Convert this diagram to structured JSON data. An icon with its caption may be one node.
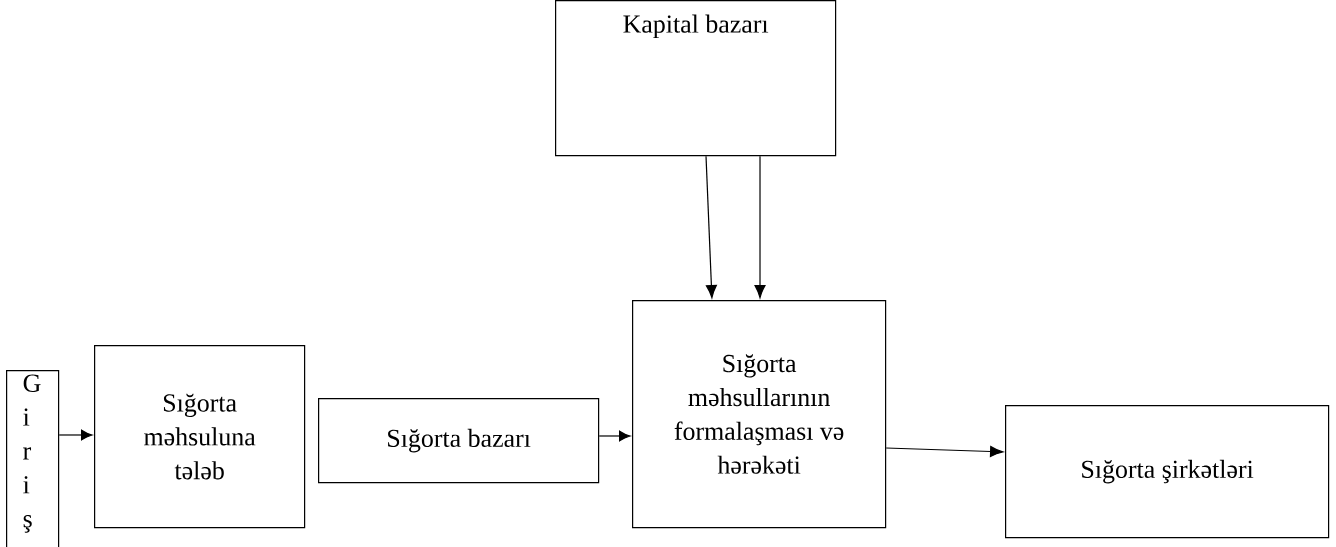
{
  "diagram": {
    "nodes": [
      {
        "text": [
          "Kapital bazarı"
        ]
      },
      {
        "text": [
          "G i r i ş"
        ]
      },
      {
        "text": [
          "Sığorta məhsuluna tələb"
        ]
      },
      {
        "text": [
          "Sığorta bazarı"
        ]
      },
      {
        "text": [
          "Sığorta məhsullarının formalaşması və hərəkəti"
        ]
      },
      {
        "text": [
          "Sığorta şirkətləri"
        ]
      }
    ],
    "edges": [
      {
        "from": 1,
        "to": 2,
        "arrow": "to"
      },
      {
        "from": 3,
        "to": 4,
        "arrow": "to"
      },
      {
        "from": 4,
        "to": 5,
        "arrow": "to"
      },
      {
        "from": 0,
        "to": 4,
        "arrow": "to"
      },
      {
        "from": 0,
        "to": 4,
        "arrow": "to"
      }
    ]
  }
}
